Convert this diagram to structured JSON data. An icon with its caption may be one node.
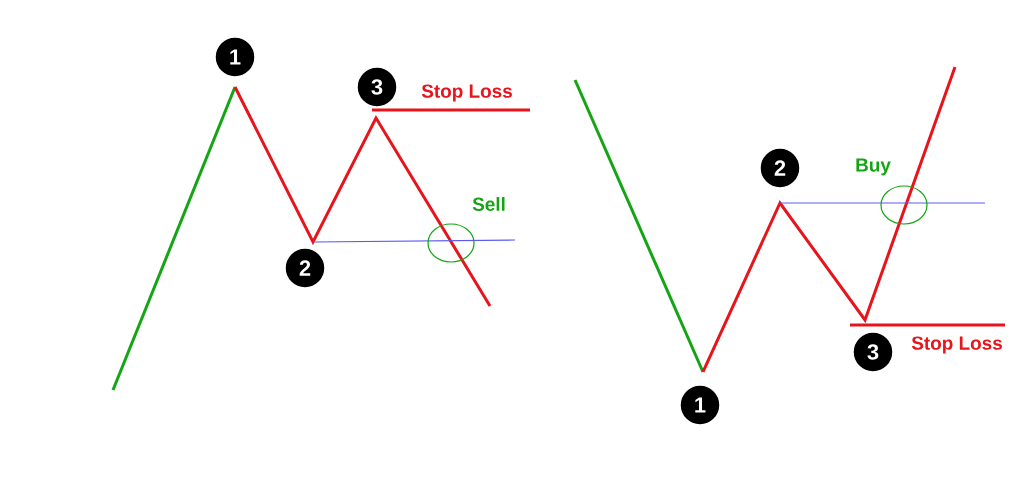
{
  "diagram": {
    "nodes": [
      {
        "text": [
          "1"
        ]
      },
      {
        "text": [
          "2"
        ]
      },
      {
        "text": [
          "3"
        ],
        "beside": [
          "Stop Loss"
        ]
      },
      {
        "text": [
          "1"
        ]
      },
      {
        "text": [
          "2"
        ]
      },
      {
        "text": [
          "3"
        ],
        "beside": [
          "Stop Loss"
        ]
      }
    ],
    "labels": [
      "Sell",
      "Buy"
    ]
  }
}
